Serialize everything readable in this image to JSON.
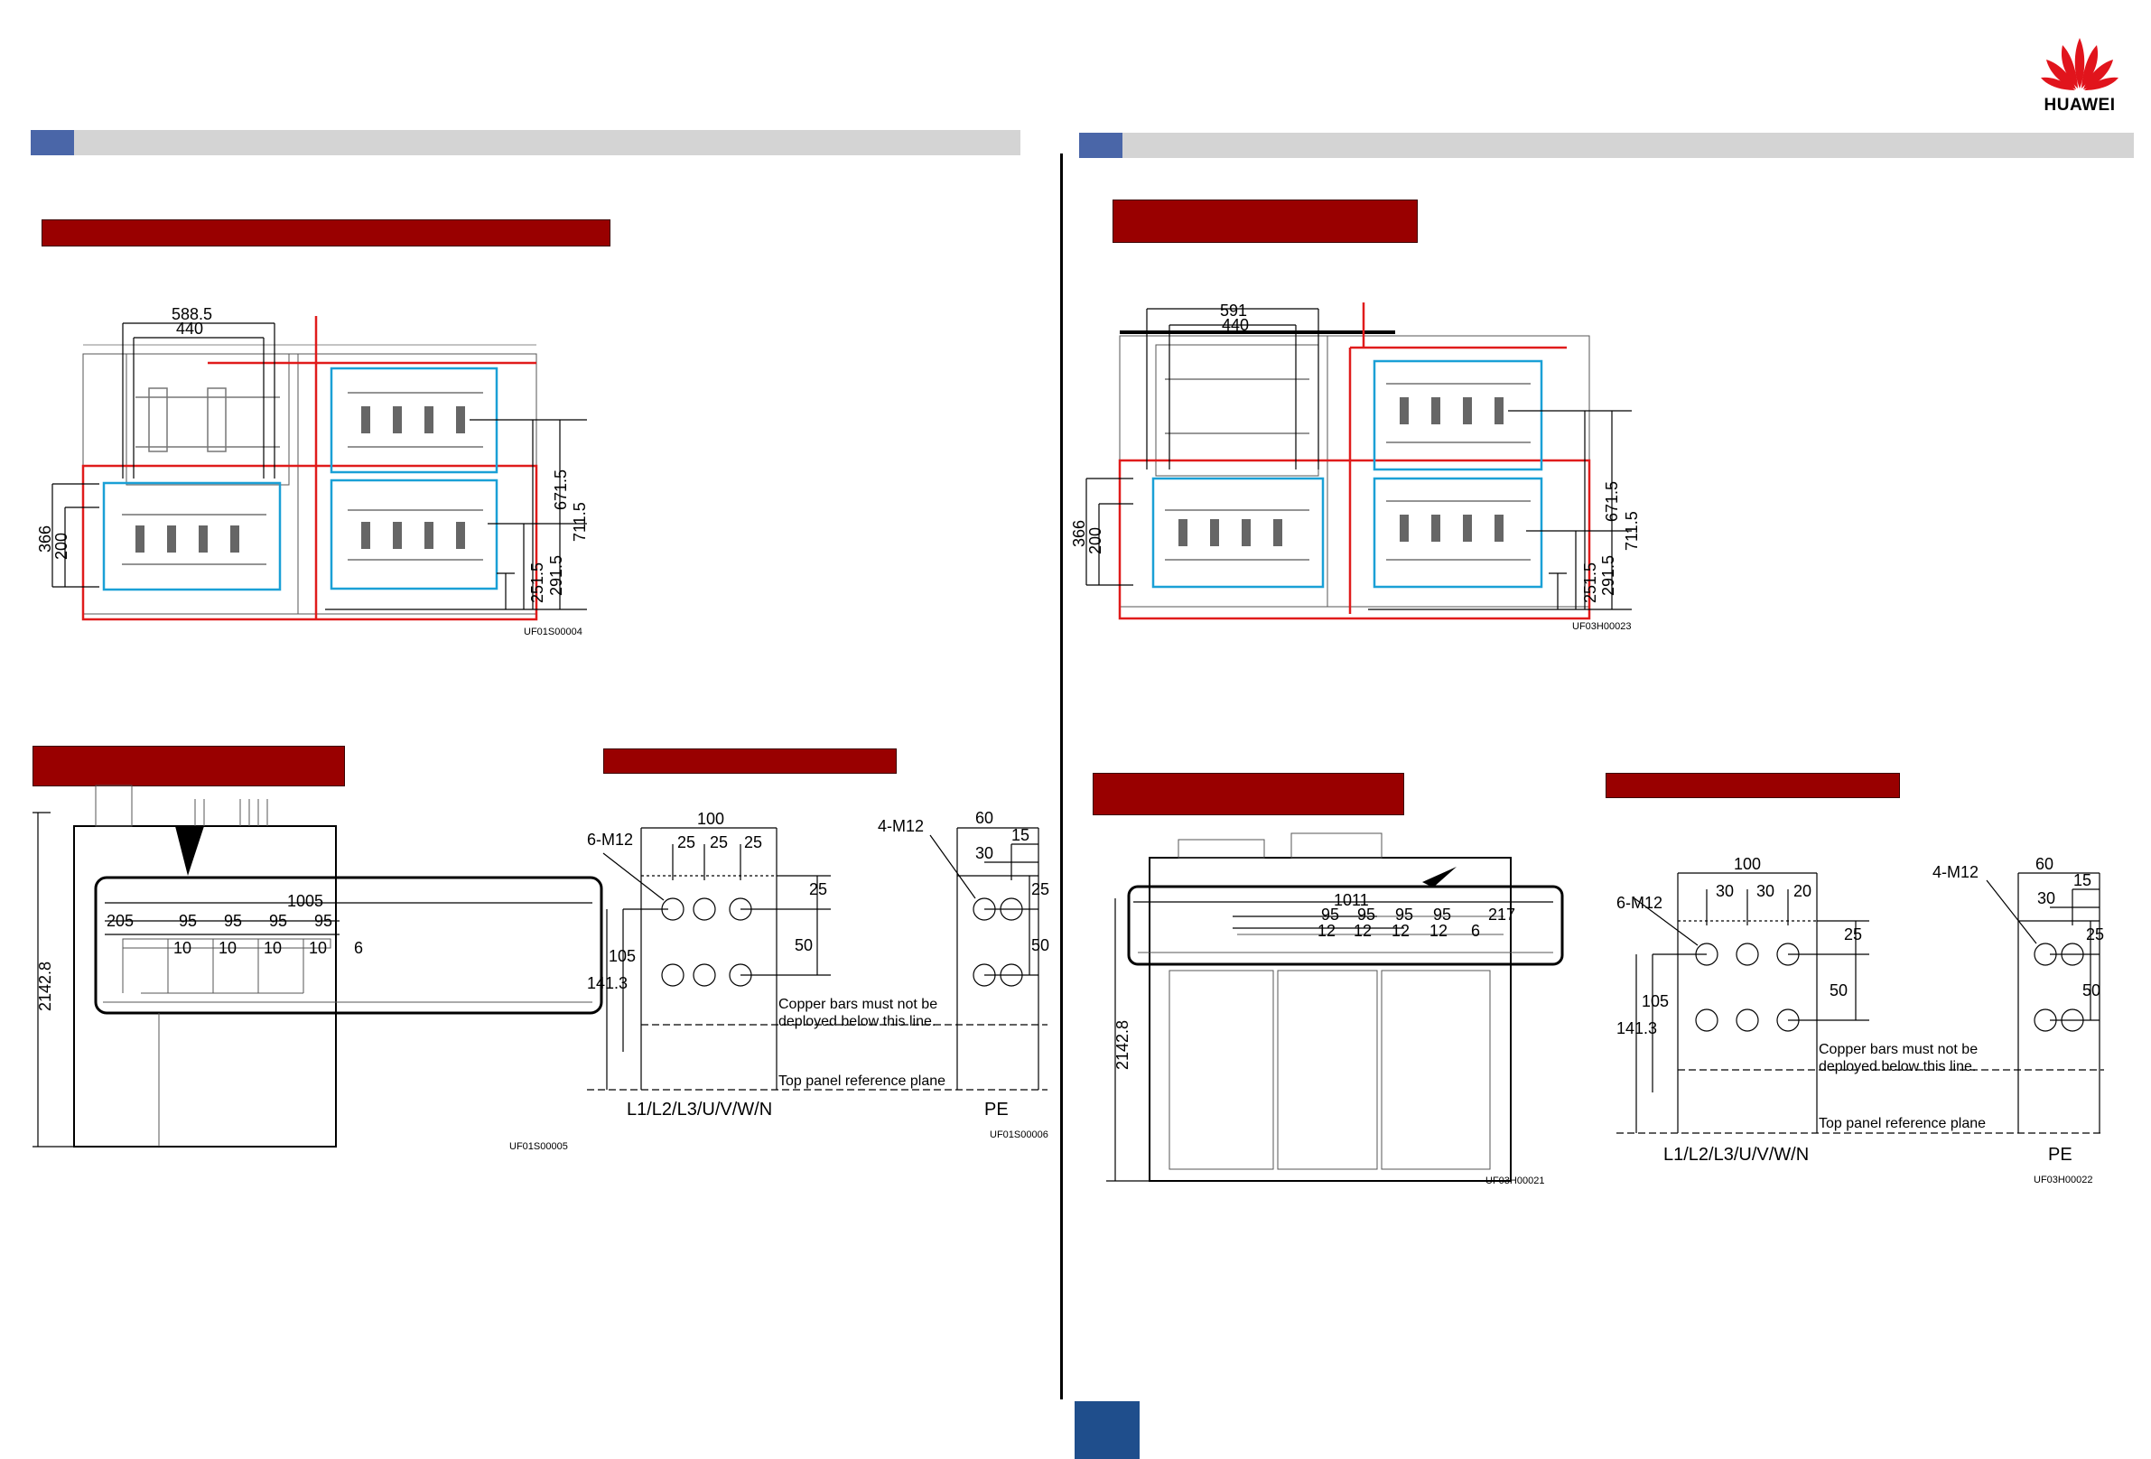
{
  "brand": {
    "name": "HUAWEI",
    "logo_icon": "huawei-flower-logo",
    "accent": "#990000",
    "header_blue": "#4a66a8",
    "header_gray": "#d4d4d4"
  },
  "left": {
    "top_drawing": {
      "dims": {
        "w1": "588.5",
        "w2": "440",
        "h1": "366",
        "h2": "200",
        "v1": "671.5",
        "v2": "711.5",
        "v3": "251.5",
        "v4": "291.5"
      },
      "code": "UF01S00004"
    },
    "side_drawing": {
      "height": "2142.8",
      "width": "1005",
      "spacing": [
        "205",
        "95",
        "95",
        "95",
        "95"
      ],
      "bar_widths": [
        "10",
        "10",
        "10",
        "10",
        "6"
      ],
      "code": "UF01S00005"
    },
    "hole_drawing": {
      "phase_holes": "6-M12",
      "pe_holes": "4-M12",
      "d100": "100",
      "pitch": [
        "25",
        "25",
        "25"
      ],
      "top_offset": "25",
      "row_gap": "50",
      "d105": "105",
      "d141": "141.3",
      "pe_w": "60",
      "pe_15": "15",
      "pe_30": "30",
      "pe_25": "25",
      "pe_50": "50",
      "note1": "Copper bars must not be",
      "note2": "deployed below this line.",
      "note3": "Top panel reference plane",
      "label_phase": "L1/L2/L3/U/V/W/N",
      "label_pe": "PE",
      "code": "UF01S00006"
    }
  },
  "right": {
    "top_drawing": {
      "dims": {
        "w1": "591",
        "w2": "440",
        "h1": "366",
        "h2": "200",
        "v1": "671.5",
        "v2": "711.5",
        "v3": "251.5",
        "v4": "291.5"
      },
      "code": "UF03H00023"
    },
    "side_drawing": {
      "height": "2142.8",
      "width": "1011",
      "spacing": [
        "95",
        "95",
        "95",
        "95",
        "217"
      ],
      "bar_widths": [
        "12",
        "12",
        "12",
        "12",
        "6"
      ],
      "code": "UF03H00021"
    },
    "hole_drawing": {
      "phase_holes": "6-M12",
      "pe_holes": "4-M12",
      "d100": "100",
      "pitch": [
        "30",
        "30",
        "20"
      ],
      "top_offset": "25",
      "row_gap": "50",
      "d105": "105",
      "d141": "141.3",
      "pe_w": "60",
      "pe_15": "15",
      "pe_30": "30",
      "pe_25": "25",
      "pe_50": "50",
      "note1": "Copper bars must not be",
      "note2": "deployed below this line.",
      "note3": "Top panel reference plane",
      "label_phase": "L1/L2/L3/U/V/W/N",
      "label_pe": "PE",
      "code": "UF03H00022"
    }
  }
}
